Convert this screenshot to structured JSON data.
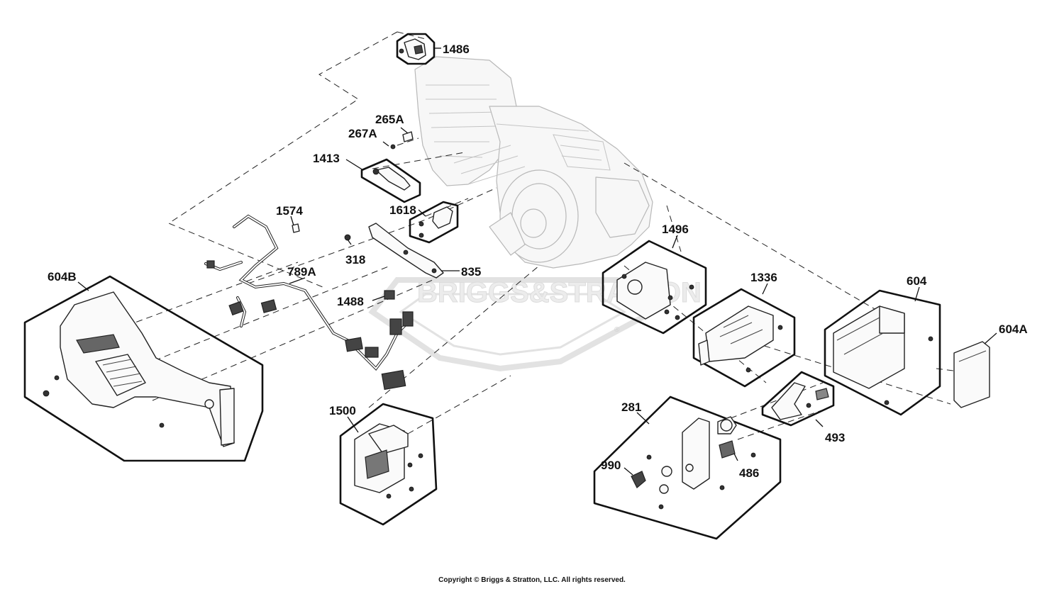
{
  "watermark_text": "BRIGGS&STRATTON",
  "watermark_registered": "®",
  "copyright": "Copyright © Briggs & Stratton, LLC. All rights reserved.",
  "callouts": [
    "1486",
    "265A",
    "267A",
    "1413",
    "1618",
    "1574",
    "318",
    "835",
    "789A",
    "1488",
    "604B",
    "1500",
    "1496",
    "1336",
    "604",
    "604A",
    "281",
    "990",
    "486",
    "493"
  ]
}
